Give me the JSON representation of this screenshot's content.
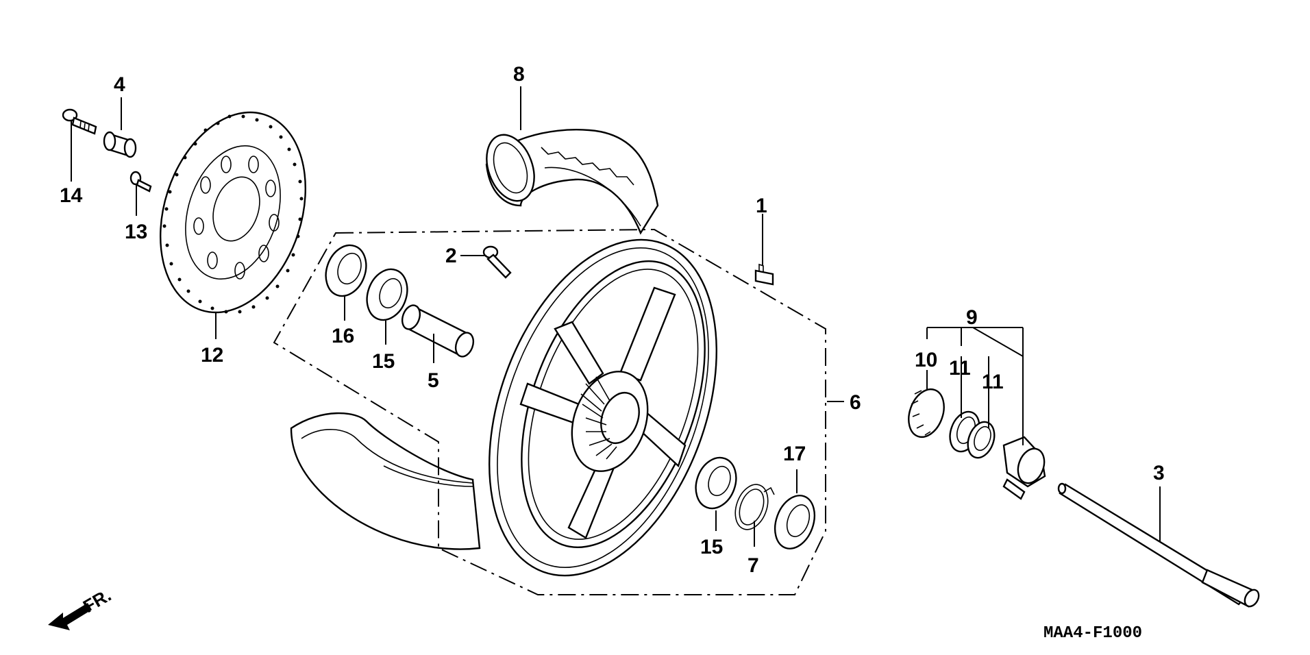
{
  "diagram": {
    "code": "MAA4-F1000",
    "direction": "FR.",
    "callouts": {
      "c1": "1",
      "c2": "2",
      "c3": "3",
      "c4": "4",
      "c5": "5",
      "c6": "6",
      "c7": "7",
      "c8": "8",
      "c9": "9",
      "c10": "10",
      "c11a": "11",
      "c11b": "11",
      "c12": "12",
      "c13": "13",
      "c14": "14",
      "c15a": "15",
      "c15b": "15",
      "c16": "16",
      "c17": "17"
    }
  }
}
